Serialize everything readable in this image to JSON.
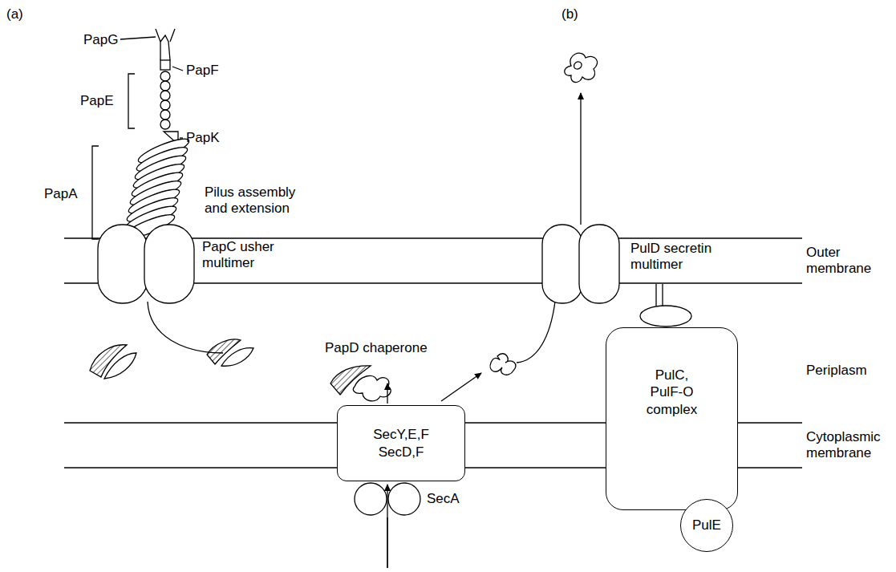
{
  "diagram": {
    "nodes": [
      {
        "text": [
          "SecY,E,F SecD,F"
        ]
      },
      {
        "text": [
          "PulC, PulF-O complex"
        ]
      },
      {
        "text": [
          "PulE"
        ]
      }
    ],
    "labels": [
      "(a)",
      "(b)",
      "PapG",
      "PapF",
      "PapE",
      "PapK",
      "PapA",
      "Pilus assembly and extension",
      "PapC usher multimer",
      "PapD chaperone",
      "PulD secretin multimer",
      "Outer membrane",
      "Periplasm",
      "Cytoplasmic membrane",
      "SecA"
    ]
  }
}
